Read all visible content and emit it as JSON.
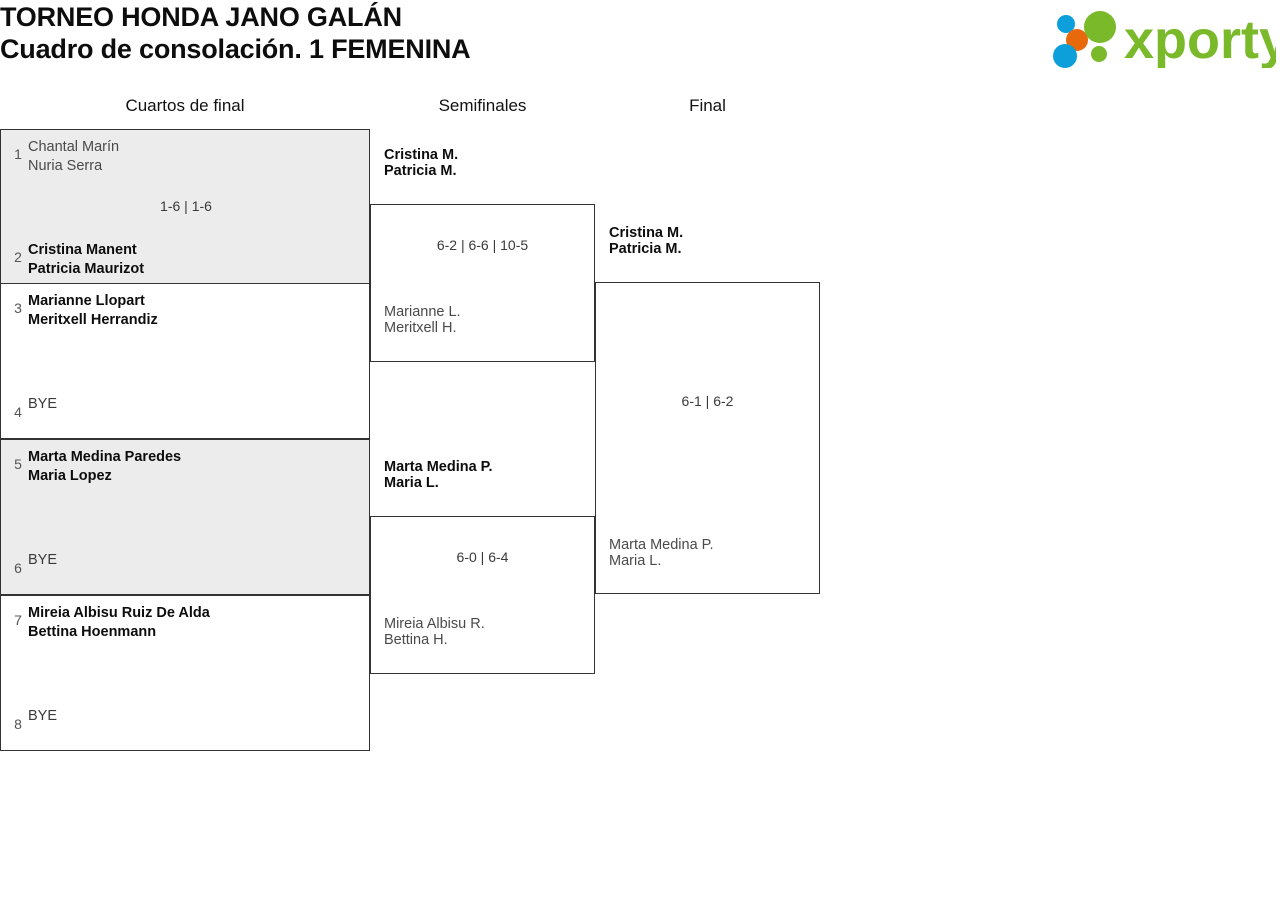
{
  "header": {
    "title_line1": "TORNEO HONDA JANO GALÁN",
    "title_line2": "Cuadro de consolación. 1 FEMENINA",
    "logo_text": "xporty",
    "logo_colors": {
      "green": "#7ab929",
      "blue": "#0c9fda",
      "orange": "#e8690b"
    }
  },
  "columns": [
    {
      "id": "quarterfinals",
      "label": "Cuartos de final"
    },
    {
      "id": "semifinals",
      "label": "Semifinales"
    },
    {
      "id": "final",
      "label": "Final"
    }
  ],
  "rounds": {
    "round1": {
      "matches": [
        {
          "score": "1-6 | 1-6",
          "slots": [
            {
              "seed": "1",
              "players": [
                "Chantal Marín",
                "Nuria Serra"
              ],
              "winner": false,
              "bye": false
            },
            {
              "seed": "2",
              "players": [
                "Cristina Manent",
                "Patricia Maurizot"
              ],
              "winner": true,
              "bye": false
            }
          ]
        },
        {
          "score": "",
          "slots": [
            {
              "seed": "3",
              "players": [
                "Marianne Llopart",
                "Meritxell Herrandiz"
              ],
              "winner": true,
              "bye": false
            },
            {
              "seed": "4",
              "players": [
                "BYE"
              ],
              "winner": false,
              "bye": true
            }
          ]
        },
        {
          "score": "",
          "slots": [
            {
              "seed": "5",
              "players": [
                "Marta Medina Paredes",
                "Maria Lopez"
              ],
              "winner": true,
              "bye": false
            },
            {
              "seed": "6",
              "players": [
                "BYE"
              ],
              "winner": false,
              "bye": true
            }
          ]
        },
        {
          "score": "",
          "slots": [
            {
              "seed": "7",
              "players": [
                "Mireia Albisu Ruiz De Alda",
                "Bettina Hoenmann"
              ],
              "winner": true,
              "bye": false
            },
            {
              "seed": "8",
              "players": [
                "BYE"
              ],
              "winner": false,
              "bye": true
            }
          ]
        }
      ]
    },
    "round2": {
      "matches": [
        {
          "score": "6-2 | 6-6 | 10-5",
          "top": {
            "players": [
              "Cristina M.",
              "Patricia M."
            ],
            "winner": true
          },
          "bottom": {
            "players": [
              "Marianne L.",
              "Meritxell H."
            ],
            "winner": false
          }
        },
        {
          "score": "6-0 | 6-4",
          "top": {
            "players": [
              "Marta Medina P.",
              "Maria L."
            ],
            "winner": true
          },
          "bottom": {
            "players": [
              "Mireia Albisu R.",
              "Bettina H."
            ],
            "winner": false
          }
        }
      ]
    },
    "round3": {
      "matches": [
        {
          "score": "6-1 | 6-2",
          "top": {
            "players": [
              "Cristina M.",
              "Patricia M."
            ],
            "winner": true
          },
          "bottom": {
            "players": [
              "Marta Medina P.",
              "Maria L."
            ],
            "winner": false
          }
        }
      ]
    }
  }
}
